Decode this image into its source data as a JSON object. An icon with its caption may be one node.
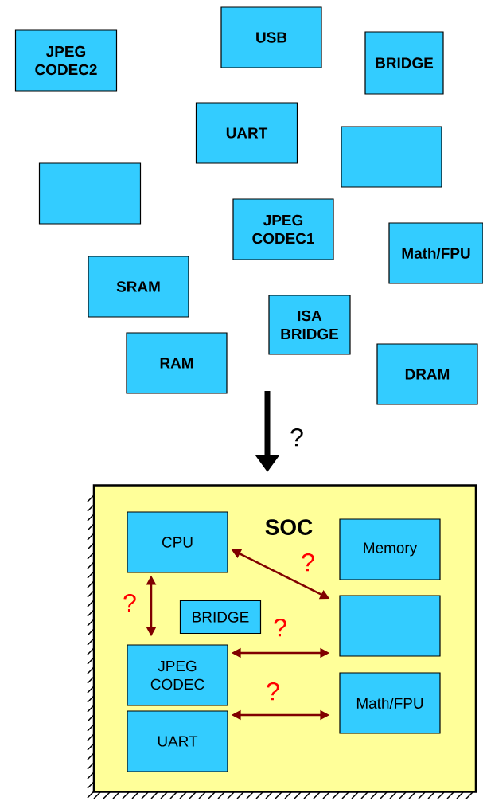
{
  "diagram": {
    "nodes": [
      {
        "text": [
          "JPEG CODEC2"
        ]
      },
      {
        "text": [
          "USB"
        ]
      },
      {
        "text": [
          "BRIDGE"
        ]
      },
      {
        "text": [
          "UART"
        ]
      },
      {
        "text": [],
        "shape": "box"
      },
      {
        "text": [],
        "shape": "box"
      },
      {
        "text": [
          "JPEG CODEC1"
        ]
      },
      {
        "text": [
          "Math/FPU"
        ]
      },
      {
        "text": [
          "SRAM"
        ]
      },
      {
        "text": [
          "ISA BRIDGE"
        ]
      },
      {
        "text": [
          "RAM"
        ]
      },
      {
        "text": [
          "DRAM"
        ]
      },
      {
        "text": [
          "SOC"
        ]
      },
      {
        "text": [
          "CPU"
        ],
        "in": 12
      },
      {
        "text": [
          "Memory"
        ],
        "in": 12
      },
      {
        "text": [
          "BRIDGE"
        ],
        "in": 12
      },
      {
        "text": [],
        "shape": "box",
        "in": 12
      },
      {
        "text": [
          "JPEG CODEC"
        ],
        "in": 12
      },
      {
        "text": [
          "Math/FPU"
        ],
        "in": 12
      },
      {
        "text": [
          "UART"
        ],
        "in": 12
      }
    ],
    "edges": [
      {
        "from": 13,
        "to": 16,
        "arrow": "both",
        "label": "?"
      },
      {
        "from": 13,
        "to": 17,
        "arrow": "both",
        "label": "?"
      },
      {
        "from": 17,
        "to": 16,
        "arrow": "both",
        "label": "?"
      },
      {
        "from": 19,
        "to": 18,
        "arrow": "both",
        "label": "?"
      }
    ],
    "labels": [
      "?"
    ]
  }
}
